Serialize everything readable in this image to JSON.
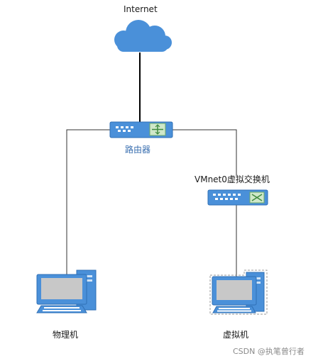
{
  "labels": {
    "internet": "Internet",
    "router": "路由器",
    "vswitch": "VMnet0虚拟交换机",
    "physical": "物理机",
    "virtual": "虚拟机"
  },
  "watermark": "CSDN @执笔曾行者",
  "icons": {
    "internet": "cloud-icon",
    "router": "router-icon",
    "vswitch": "switch-icon",
    "physical": "desktop-computer-icon",
    "virtual": "desktop-computer-icon"
  },
  "colors": {
    "icon_fill": "#4a90d9",
    "icon_light": "#cfe3f7",
    "line": "#111111",
    "router_label": "#3a6fb0"
  }
}
